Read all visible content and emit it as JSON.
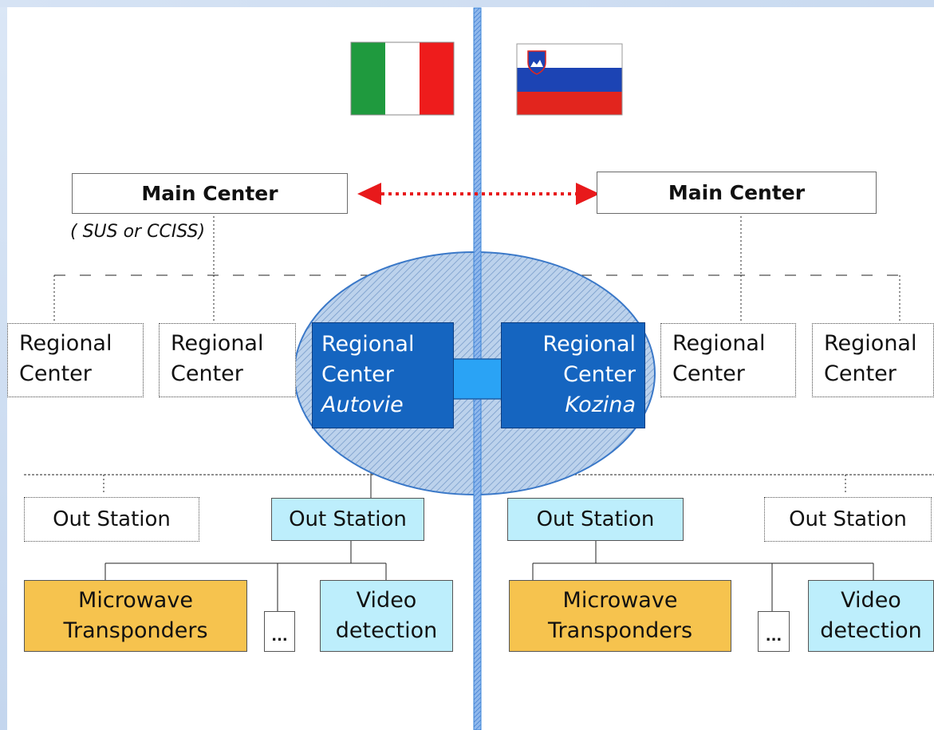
{
  "main_center_label": "Main Center",
  "main_center_note": "( SUS or CCISS)",
  "regional": {
    "line1": "Regional",
    "line2": "Center"
  },
  "autovie": {
    "line1": "Regional",
    "line2": "Center",
    "line3": "Autovie"
  },
  "kozina": {
    "line1": "Regional",
    "line2": "Center",
    "line3": "Kozina"
  },
  "out_station_label": "Out Station",
  "microwave": {
    "line1": "Microwave",
    "line2": "Transponders"
  },
  "video": {
    "line1": "Video",
    "line2": "detection"
  },
  "ellipsis": "...",
  "colors": {
    "border_line": "#3a84d8",
    "regional_blue": "#1565c0",
    "out_station_blue": "#bdeefc",
    "microwave_orange": "#f6c34e",
    "link_arrow_red": "#e8191b",
    "exchange_arrow": "#2aa3f5"
  },
  "flags": [
    "italy-flag",
    "slovenia-flag"
  ]
}
